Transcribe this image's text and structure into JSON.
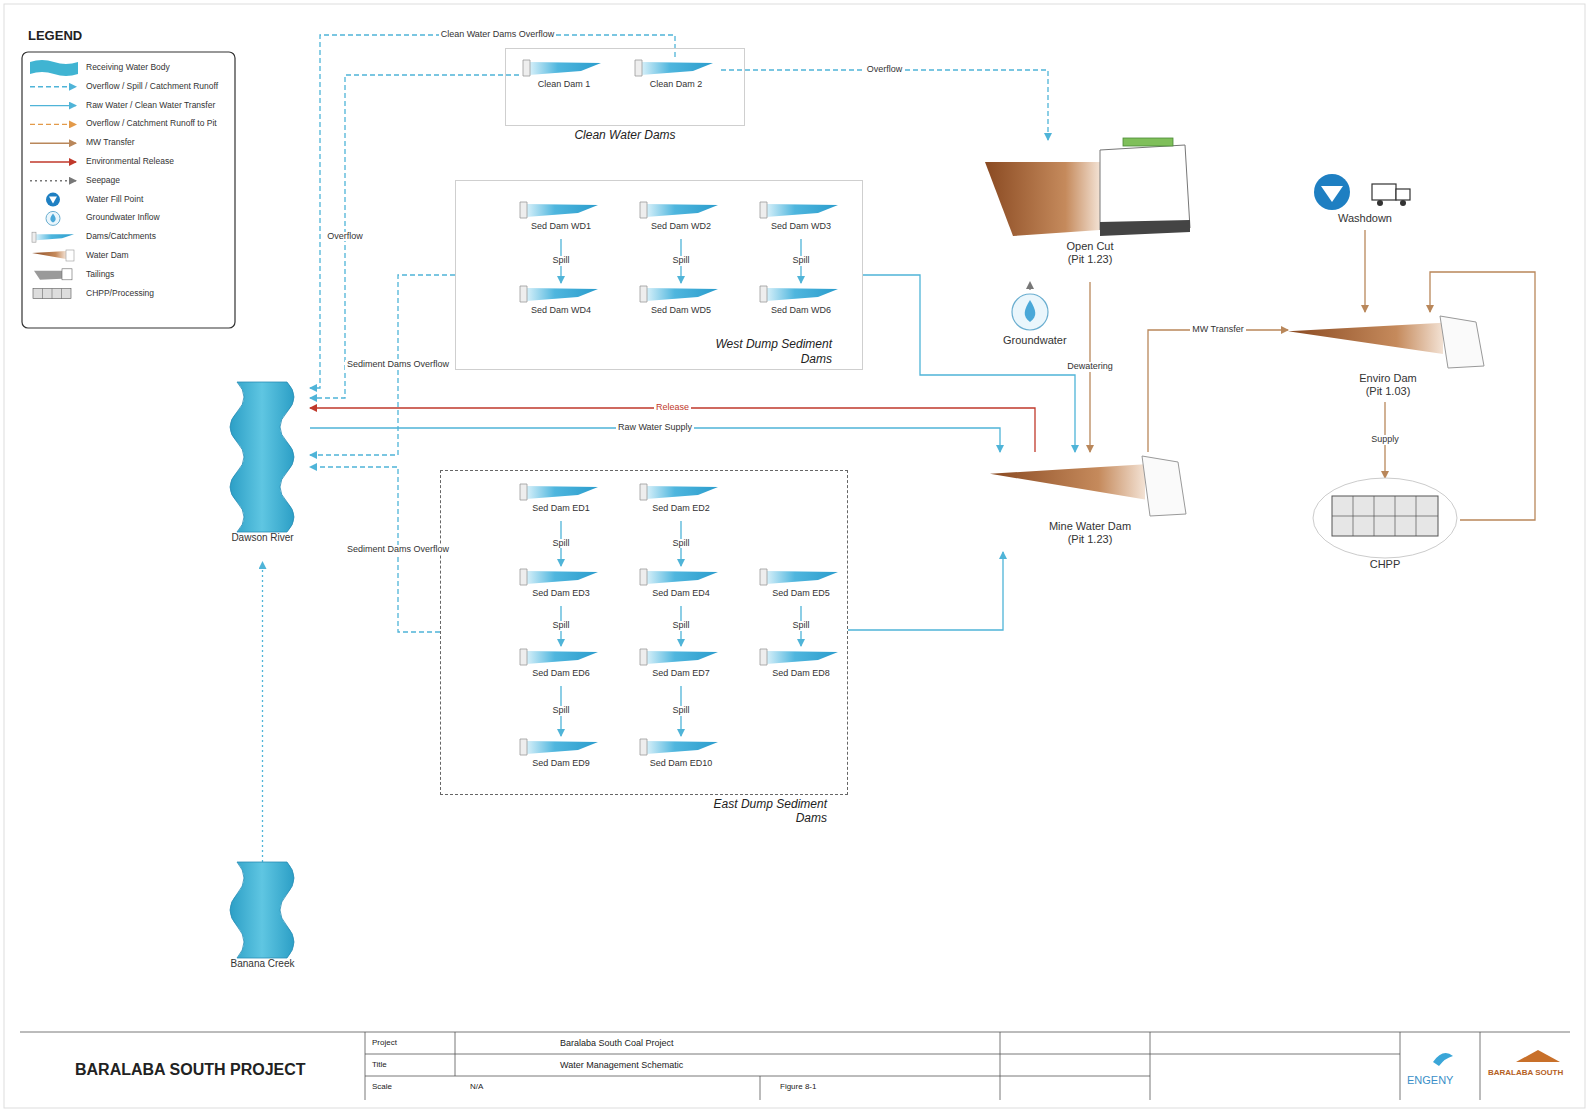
{
  "diagram": {
    "nodes": [
      {
        "text": [
          "Clean Water Dams"
        ]
      },
      {
        "text": [
          "Clean Dam 1"
        ],
        "in": 0
      },
      {
        "text": [
          "Clean Dam 2"
        ],
        "in": 0
      },
      {
        "text": [
          "West Dump Sediment Dams"
        ]
      },
      {
        "text": [
          "Sed Dam WD1"
        ],
        "in": 3
      },
      {
        "text": [
          "Sed Dam WD2"
        ],
        "in": 3
      },
      {
        "text": [
          "Sed Dam WD3"
        ],
        "in": 3
      },
      {
        "text": [
          "Sed Dam WD4"
        ],
        "in": 3
      },
      {
        "text": [
          "Sed Dam WD5"
        ],
        "in": 3
      },
      {
        "text": [
          "Sed Dam WD6"
        ],
        "in": 3
      },
      {
        "text": [
          "East Dump Sediment Dams"
        ]
      },
      {
        "text": [
          "Sed Dam ED1"
        ],
        "in": 10
      },
      {
        "text": [
          "Sed Dam ED2"
        ],
        "in": 10
      },
      {
        "text": [
          "Sed Dam ED3"
        ],
        "in": 10
      },
      {
        "text": [
          "Sed Dam ED4"
        ],
        "in": 10
      },
      {
        "text": [
          "Sed Dam ED5"
        ],
        "in": 10
      },
      {
        "text": [
          "Sed Dam ED6"
        ],
        "in": 10
      },
      {
        "text": [
          "Sed Dam ED7"
        ],
        "in": 10
      },
      {
        "text": [
          "Sed Dam ED8"
        ],
        "in": 10
      },
      {
        "text": [
          "Sed Dam ED9"
        ],
        "in": 10
      },
      {
        "text": [
          "Sed Dam ED10"
        ],
        "in": 10
      },
      {
        "text": [
          "Open Cut",
          "(Pit 1.23)"
        ]
      },
      {
        "text": [
          "Groundwater"
        ]
      },
      {
        "text": [
          "Mine Water Dam",
          "(Pit 1.23)"
        ]
      },
      {
        "text": [
          "Enviro Dam",
          "(Pit 1.03)"
        ]
      },
      {
        "text": [
          "CHPP"
        ]
      },
      {
        "text": [
          "Washdown"
        ]
      },
      {
        "text": [
          "Dawson River"
        ]
      },
      {
        "text": [
          "Banana Creek"
        ]
      }
    ],
    "edges": [
      {
        "from": 2,
        "to": 27,
        "arrow": "to",
        "label": "Clean Water Dams Overflow"
      },
      {
        "from": 1,
        "to": 27,
        "arrow": "to",
        "label": "Overflow"
      },
      {
        "from": 2,
        "to": 21,
        "arrow": "to",
        "label": "Overflow"
      },
      {
        "from": 3,
        "to": 27,
        "arrow": "to",
        "label": "Sediment Dams Overflow"
      },
      {
        "from": 10,
        "to": 27,
        "arrow": "to",
        "label": "Sediment Dams Overflow"
      },
      {
        "from": 3,
        "to": 23,
        "arrow": "to"
      },
      {
        "from": 10,
        "to": 23,
        "arrow": "to"
      },
      {
        "from": 23,
        "to": 27,
        "arrow": "to",
        "label": "Release"
      },
      {
        "from": 27,
        "to": 23,
        "arrow": "to",
        "label": "Raw Water Supply"
      },
      {
        "from": 28,
        "to": 27,
        "arrow": "to"
      },
      {
        "from": 21,
        "to": 23,
        "arrow": "to",
        "label": "Dewatering"
      },
      {
        "from": 22,
        "to": 21,
        "arrow": "to"
      },
      {
        "from": 23,
        "to": 24,
        "arrow": "to",
        "label": "MW Transfer"
      },
      {
        "from": 24,
        "to": 25,
        "arrow": "to",
        "label": "Supply"
      },
      {
        "from": 25,
        "to": 24,
        "arrow": "to"
      },
      {
        "from": 26,
        "to": 24,
        "arrow": "to"
      },
      {
        "from": 4,
        "to": 7,
        "arrow": "to",
        "label": "Spill"
      },
      {
        "from": 5,
        "to": 8,
        "arrow": "to",
        "label": "Spill"
      },
      {
        "from": 6,
        "to": 9,
        "arrow": "to",
        "label": "Spill"
      },
      {
        "from": 11,
        "to": 13,
        "arrow": "to",
        "label": "Spill"
      },
      {
        "from": 12,
        "to": 14,
        "arrow": "to",
        "label": "Spill"
      },
      {
        "from": 13,
        "to": 16,
        "arrow": "to",
        "label": "Spill"
      },
      {
        "from": 14,
        "to": 17,
        "arrow": "to",
        "label": "Spill"
      },
      {
        "from": 15,
        "to": 18,
        "arrow": "to",
        "label": "Spill"
      },
      {
        "from": 16,
        "to": 19,
        "arrow": "to",
        "label": "Spill"
      },
      {
        "from": 17,
        "to": 20,
        "arrow": "to",
        "label": "Spill"
      }
    ],
    "labels": [
      "LEGEND",
      "BARALABA SOUTH PROJECT",
      "Project",
      "Baralaba South Coal Project",
      "Title",
      "Water Management Schematic",
      "Scale",
      "N/A",
      "Figure 8-1",
      "ENGENY",
      "BARALABA SOUTH"
    ],
    "legend": [
      {
        "text": "Receiving Water Body",
        "color": "#40b4d2"
      },
      {
        "text": "Overflow / Spill / Catchment Runoff"
      },
      {
        "text": "Raw Water / Clean Water Transfer"
      },
      {
        "text": "Overflow / Catchment Runoff to Pit"
      },
      {
        "text": "MW Transfer"
      },
      {
        "text": "Environmental Release"
      },
      {
        "text": "Seepage"
      },
      {
        "text": "Water Fill Point"
      },
      {
        "text": "Groundwater Inflow"
      },
      {
        "text": "Dams/Catchments"
      },
      {
        "text": "Water Dam"
      },
      {
        "text": "Tailings"
      },
      {
        "text": "CHPP/Processing"
      }
    ]
  }
}
